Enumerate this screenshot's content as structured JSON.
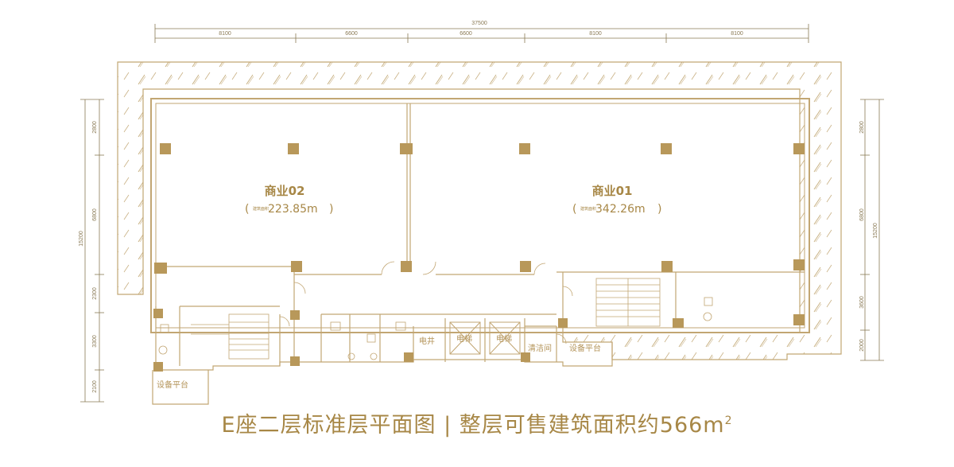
{
  "rooms": [
    {
      "name": "商业02",
      "area_open": "(",
      "area_value": "223.85m",
      "area_close": ")",
      "note": "建筑面积"
    },
    {
      "name": "商业01",
      "area_open": "(",
      "area_value": "342.26m",
      "area_close": ")",
      "note": "建筑面积"
    }
  ],
  "labels": {
    "shaft": "电井",
    "elevator_1": "电梯",
    "elevator_2": "电梯",
    "cleaning": "清洁间",
    "equipment_1": "设备平台",
    "equipment_2": "设备平台"
  },
  "dimensions": {
    "top_total": "37500",
    "top_segments": [
      "8100",
      "6600",
      "6600",
      "8100",
      "8100"
    ],
    "left_total": "15200",
    "left_segments": [
      "2800",
      "6800",
      "2300",
      "3300",
      "2100"
    ],
    "right_total": "15200",
    "right_segments": [
      "2800",
      "6800",
      "3600",
      "2000"
    ]
  },
  "caption": {
    "main": "E座二层标准层平面图 | 整层可售建筑面积约566m",
    "sup": "2"
  },
  "colors": {
    "line": "#c2a673",
    "text": "#a78746",
    "column": "#b8985a",
    "dimension": "#8a7a55"
  }
}
